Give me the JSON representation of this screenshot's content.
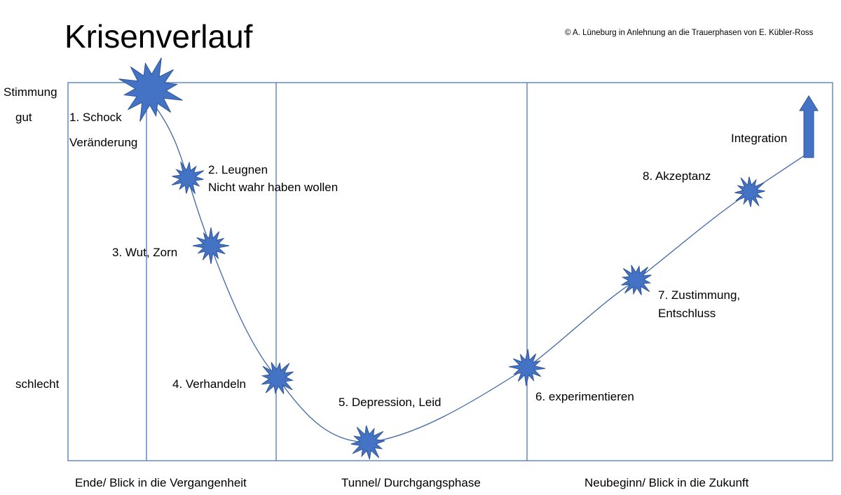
{
  "title": "Krisenverlauf",
  "credit": "© A. Lüneburg in Anlehnung an die Trauerphasen von E. Kübler-Ross",
  "y_axis": {
    "label": "Stimmung",
    "top": "gut",
    "bottom": "schlecht"
  },
  "columns": [
    "Ende/ Blick in die Vergangenheit",
    "Tunnel/ Durchgangsphase",
    "Neubeginn/ Blick in die Zukunft"
  ],
  "phases": [
    {
      "name": "1. Schock",
      "sub": "Veränderung"
    },
    {
      "name": "2. Leugnen",
      "sub": "Nicht wahr haben wollen"
    },
    {
      "name": "3. Wut, Zorn"
    },
    {
      "name": "4. Verhandeln"
    },
    {
      "name": "5. Depression, Leid"
    },
    {
      "name": "6. experimentieren"
    },
    {
      "name": "7. Zustimmung,",
      "sub": "Entschluss"
    },
    {
      "name": "8. Akzeptanz"
    }
  ],
  "arrow_label": "Integration",
  "colors": {
    "frame": "#4a78b8",
    "curve": "#3f68a8",
    "star_fill": "#4472c4",
    "star_stroke": "#2f5597"
  }
}
